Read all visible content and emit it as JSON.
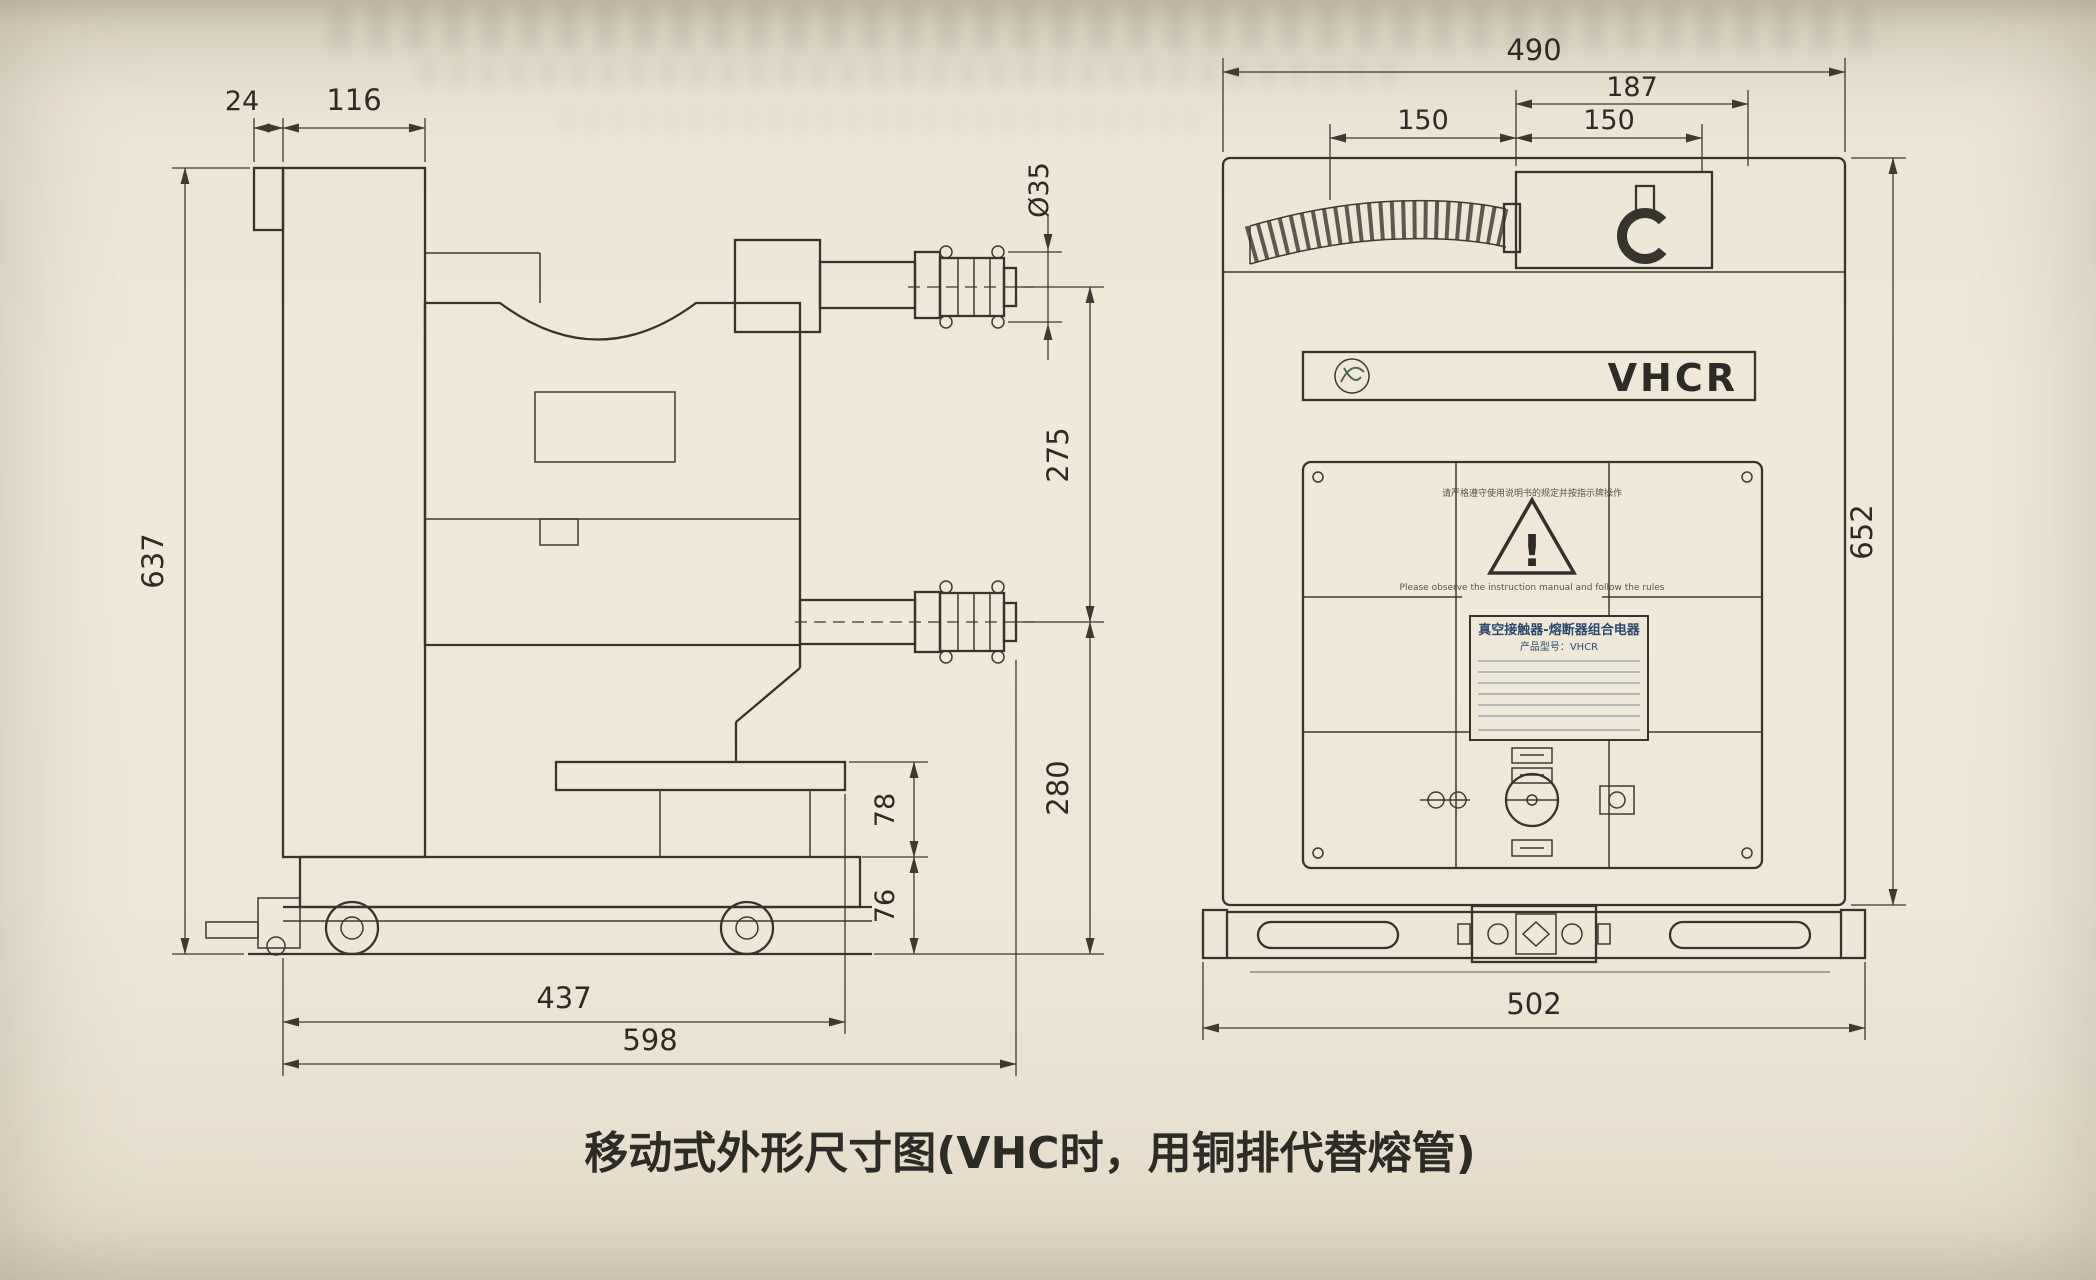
{
  "page": {
    "caption": "移动式外形尺寸图(VHC时，用铜排代替熔管)"
  },
  "side_view": {
    "dims": {
      "d24": "24",
      "d116": "116",
      "d637": "637",
      "dia35": "Ø35",
      "d275": "275",
      "d280": "280",
      "d78": "78",
      "d76": "76",
      "d437": "437",
      "d598": "598"
    }
  },
  "front_view": {
    "model_label": "VHCR",
    "dims": {
      "d490": "490",
      "d187": "187",
      "d150_left": "150",
      "d150_right": "150",
      "d652": "652",
      "d502": "502"
    },
    "warning": {
      "cn": "请严格遵守使用说明书的规定并按指示牌操作",
      "mark": "!",
      "en": "Please observe the instruction manual and follow the rules"
    },
    "nameplate": {
      "title": "真空接触器-熔断器组合电器",
      "model": "产品型号：VHCR"
    }
  }
}
